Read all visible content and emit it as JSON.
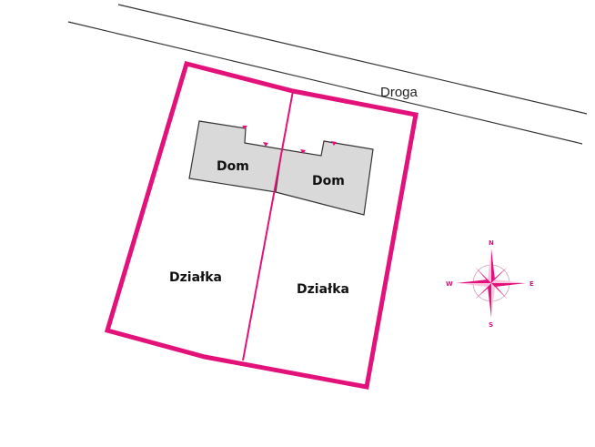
{
  "map": {
    "road": {
      "label": "Droga"
    },
    "houses": [
      {
        "label": "Dom"
      },
      {
        "label": "Dom"
      }
    ],
    "plots": [
      {
        "label": "Działka"
      },
      {
        "label": "Działka"
      }
    ],
    "compass": {
      "north": "N",
      "south": "S",
      "east": "E",
      "west": "W"
    },
    "colors": {
      "boundary": "#e3127a",
      "house_fill": "#d9d9d9",
      "outline": "#333333",
      "background": "#ffffff"
    }
  }
}
